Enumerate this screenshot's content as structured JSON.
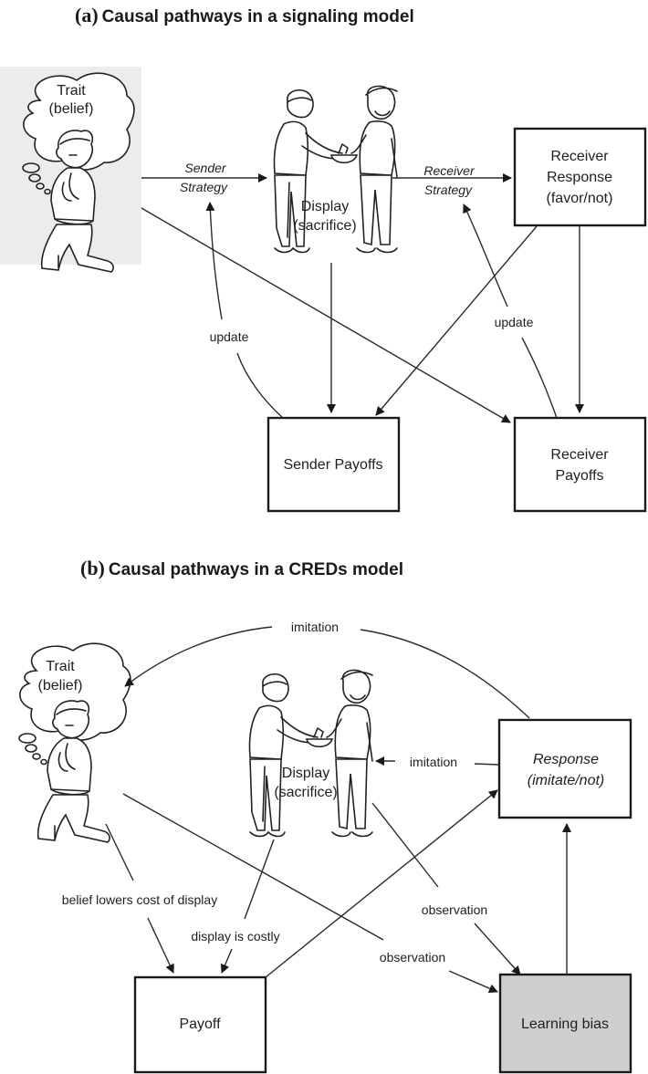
{
  "panel_a": {
    "letter": "(a)",
    "title": "Causal pathways in a signaling model",
    "trait_label_line1": "Trait",
    "trait_label_line2": "(belief)",
    "display_label_line1": "Display",
    "display_label_line2": "(sacrifice)",
    "sender_strategy_line1": "Sender",
    "sender_strategy_line2": "Strategy",
    "receiver_strategy_line1": "Receiver",
    "receiver_strategy_line2": "Strategy",
    "receiver_response_line1": "Receiver",
    "receiver_response_line2": "Response",
    "receiver_response_line3": "(favor/not)",
    "update_left": "update",
    "update_right": "update",
    "sender_payoffs": "Sender Payoffs",
    "receiver_payoffs_line1": "Receiver",
    "receiver_payoffs_line2": "Payoffs",
    "trait_panel_bg": "#ececec"
  },
  "panel_b": {
    "letter": "(b)",
    "title": "Causal pathways in a CREDs model",
    "imitation_top": "imitation",
    "imitation_mid": "imitation",
    "trait_label_line1": "Trait",
    "trait_label_line2": "(belief)",
    "display_label_line1": "Display",
    "display_label_line2": "(sacrifice)",
    "response_line1": "Response",
    "response_line2": "(imitate/not)",
    "belief_lowers_cost": "belief lowers cost of display",
    "display_is_costly": "display is costly",
    "observation_1": "observation",
    "observation_2": "observation",
    "payoff": "Payoff",
    "learning_bias": "Learning bias",
    "learning_bias_bg": "#cfcfcf"
  }
}
